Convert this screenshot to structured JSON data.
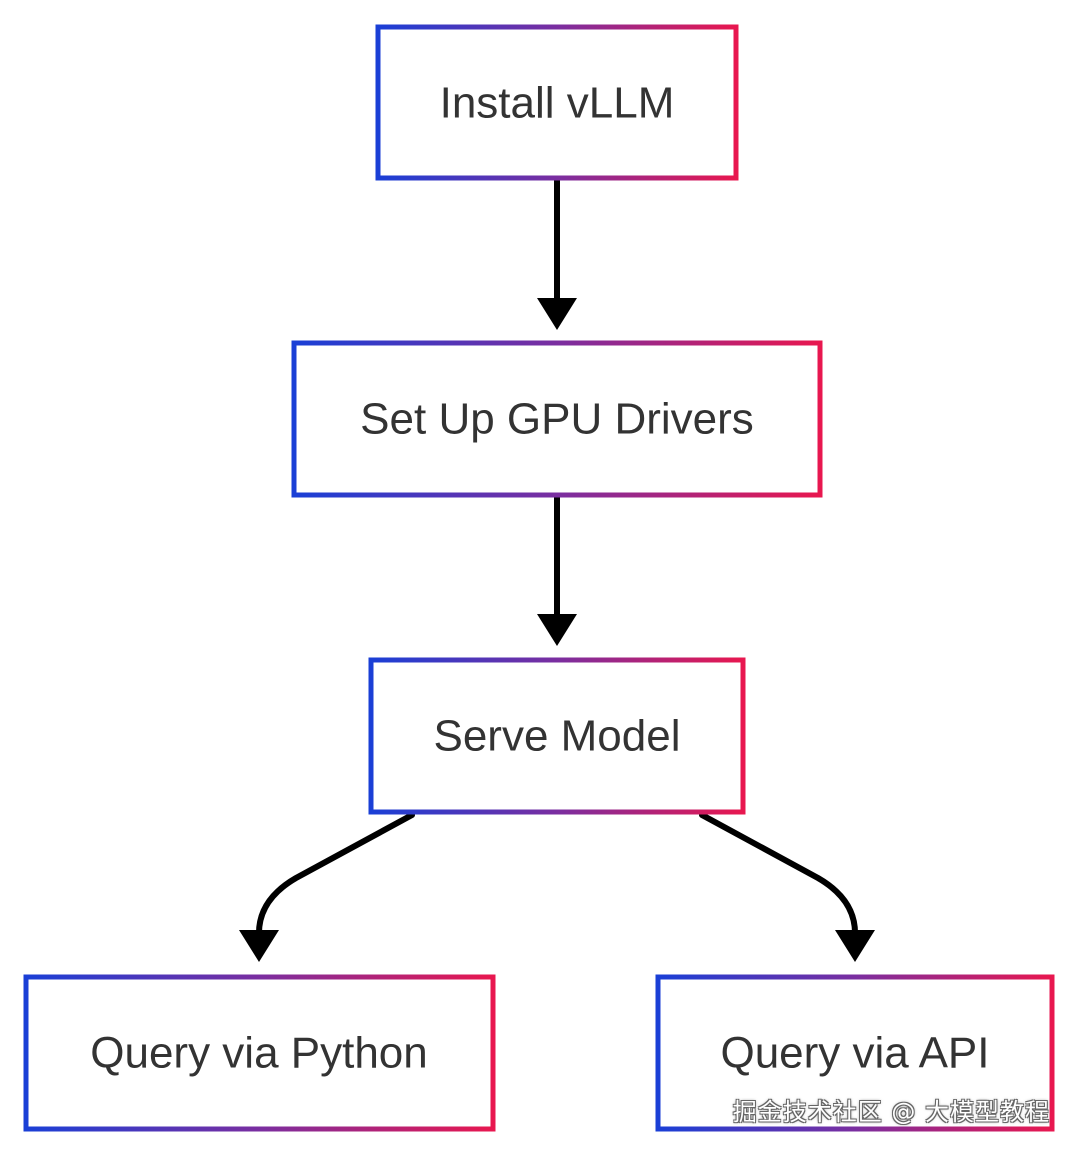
{
  "diagram": {
    "nodes": {
      "install": {
        "label": "Install vLLM"
      },
      "gpu": {
        "label": "Set Up GPU Drivers"
      },
      "serve": {
        "label": "Serve Model"
      },
      "python": {
        "label": "Query via Python"
      },
      "api": {
        "label": "Query via API"
      }
    },
    "edges": [
      {
        "from": "install",
        "to": "gpu"
      },
      {
        "from": "gpu",
        "to": "serve"
      },
      {
        "from": "serve",
        "to": "python"
      },
      {
        "from": "serve",
        "to": "api"
      }
    ]
  },
  "colors": {
    "border_gradient_start": "#1a3fd6",
    "border_gradient_end": "#e8174f",
    "text": "#333333",
    "arrow": "#000000"
  },
  "watermark": "掘金技术社区 @ 大模型教程"
}
